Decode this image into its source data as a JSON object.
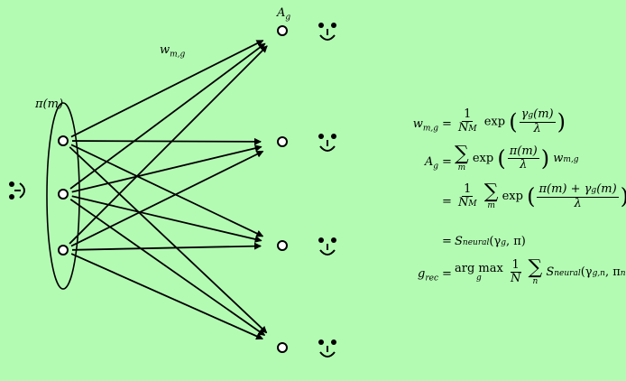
{
  "labels": {
    "pi": "π(m)",
    "w": "w",
    "w_sub": "m,g",
    "A": "A",
    "A_sub": "g"
  },
  "equations": {
    "eq1_lhs": "w",
    "eq1_lhs_sub": "m,g",
    "eq2_lhs": "A",
    "eq2_lhs_sub": "g",
    "eq5_lhs": "g",
    "eq5_lhs_sub": "rec",
    "one": "1",
    "NM": "N",
    "NM_sub": "M",
    "exp": "exp",
    "gamma_g_m": "γ",
    "gamma_sub": "g",
    "of_m": "(m)",
    "lambda": "λ",
    "pi_m": "π(m)",
    "sum": "∑",
    "sum_m": "m",
    "sum_n": "n",
    "w_mg": "w",
    "pi_plus_gamma": "π(m) + γ",
    "S": "S",
    "S_sub": "neural",
    "S_args": "(γ",
    "S_args2": ", π)",
    "argmax": "arg max",
    "argmax_sub": "g",
    "N": "N",
    "S_args_n": "(γ",
    "gn": "g,n",
    "pin": ", π",
    "pin_sub": "n",
    "close": ")"
  },
  "icons": {
    "sender_face": "rotated-smiley-icon",
    "receiver_face": "smiley-icon",
    "node": "circle-node-icon"
  }
}
